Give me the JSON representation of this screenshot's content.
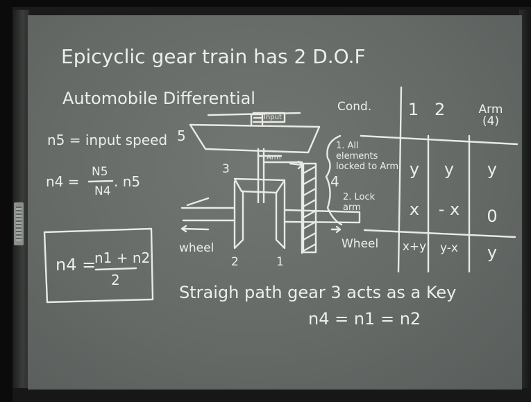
{
  "title": "Epicyclic gear train has 2 D.O.F",
  "subtitle": "Automobile Differential",
  "equations": {
    "input_speed": "n5 = input speed",
    "n4_lhs": "n4 =",
    "n4_num": "N5",
    "n4_den": "N4",
    "n4_tail": ". n5",
    "boxed_lhs": "n4 =",
    "boxed_num": "n1 + n2",
    "boxed_den": "2",
    "straight_path": "Straigh path gear 3 acts as a Key",
    "equal_speeds": "n4 = n1 = n2"
  },
  "diagram_labels": {
    "label_5": "5",
    "label_3": "3",
    "label_4": "4",
    "label_2": "2",
    "label_1": "1",
    "arm": "Arm",
    "input": "Input",
    "wheel": "wheel"
  },
  "table": {
    "headers": [
      "Cond.",
      "1",
      "2",
      "Arm (4)"
    ],
    "rows": [
      {
        "cond": "1. All elements locked to Arm",
        "c1": "y",
        "c2": "y",
        "arm": "y"
      },
      {
        "cond": "2. Lock arm",
        "c1": "x",
        "c2": "- x",
        "arm": "0"
      },
      {
        "cond": "Wheel",
        "c1": "x+y",
        "c2": "y-x",
        "arm": "y"
      }
    ]
  },
  "colors": {
    "board": "#686d6a",
    "chalk": "#eceee9",
    "frame": "#0a0b0a"
  }
}
